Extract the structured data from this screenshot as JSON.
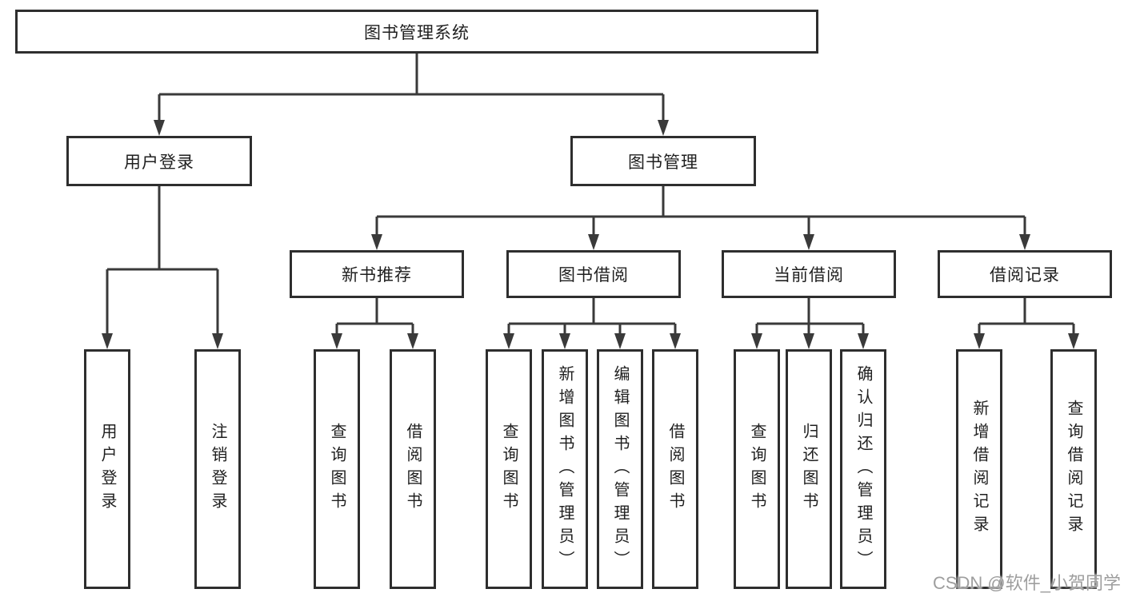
{
  "colors": {
    "line": "#3a3a3a",
    "box_border": "#2e2e2e",
    "box_background": "#ffffff",
    "text": "#1f1f1f",
    "watermark": "#9e9e9e",
    "page_background": "#ffffff"
  },
  "watermark": {
    "text": "CSDN @软件_小贺同学"
  },
  "tree": {
    "label": "图书管理系统",
    "children": [
      {
        "label": "用户登录",
        "children": [
          {
            "label": "用户登录"
          },
          {
            "label": "注销登录"
          }
        ]
      },
      {
        "label": "图书管理",
        "children": [
          {
            "label": "新书推荐",
            "children": [
              {
                "label": "查询图书"
              },
              {
                "label": "借阅图书"
              }
            ]
          },
          {
            "label": "图书借阅",
            "children": [
              {
                "label": "查询图书"
              },
              {
                "label": "新增图书（管理员）"
              },
              {
                "label": "编辑图书（管理员）"
              },
              {
                "label": "借阅图书"
              }
            ]
          },
          {
            "label": "当前借阅",
            "children": [
              {
                "label": "查询图书"
              },
              {
                "label": "归还图书"
              },
              {
                "label": "确认归还（管理员）"
              }
            ]
          },
          {
            "label": "借阅记录",
            "children": [
              {
                "label": "新增借阅记录"
              },
              {
                "label": "查询借阅记录"
              }
            ]
          }
        ]
      }
    ]
  }
}
